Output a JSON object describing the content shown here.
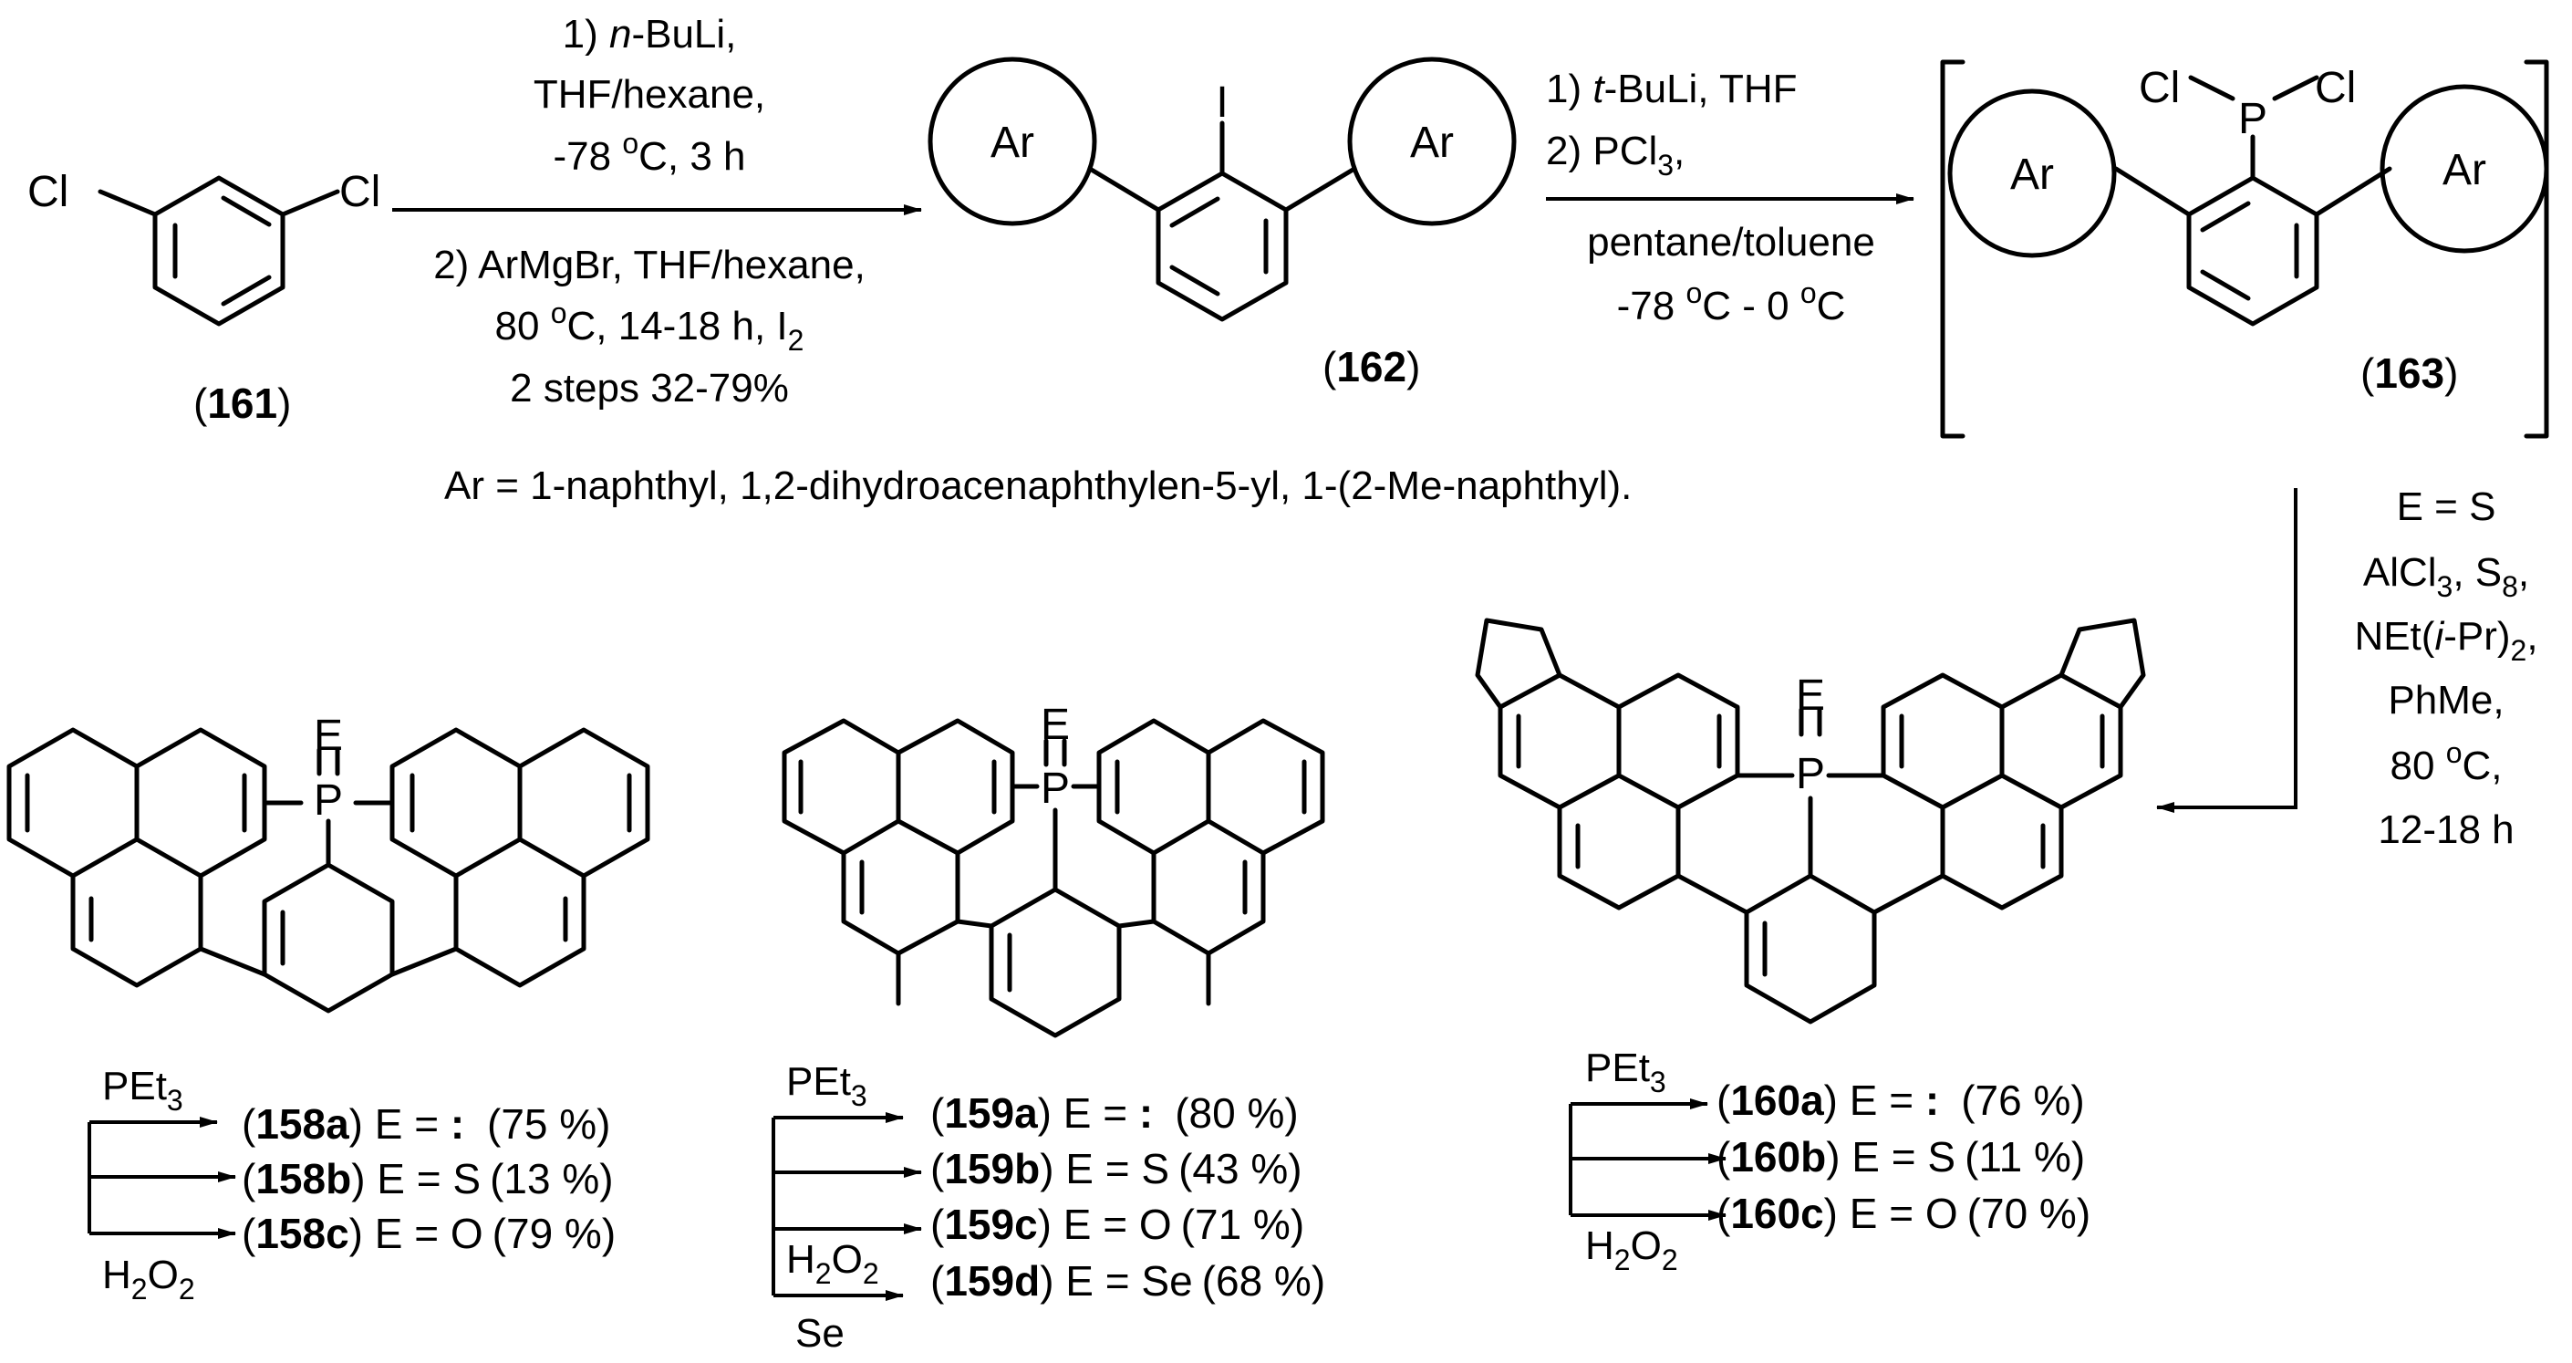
{
  "compounds": {
    "c161": {
      "label": "161",
      "cl": "Cl"
    },
    "c162": {
      "label": "162",
      "i": "I",
      "ar": "Ar"
    },
    "c163": {
      "label": "163",
      "cl": "Cl",
      "p": "P",
      "ar": "Ar"
    },
    "common": {
      "e": "E",
      "p": "P"
    }
  },
  "step1": {
    "line1_num": "1) ",
    "line1_reagent": "n",
    "line1_rest": "-BuLi,",
    "line2": "THF/hexane,",
    "line3_a": "-78 ",
    "line3_sup": "o",
    "line3_b": "C, 3 h",
    "line4": "2) ArMgBr, THF/hexane,",
    "line5_a": "80 ",
    "line5_sup": "o",
    "line5_b": "C, 14-18 h, I",
    "line5_sub": "2",
    "line6": "2 steps 32-79%"
  },
  "step2": {
    "line1_num": "1) ",
    "line1_reagent": "t",
    "line1_rest": "-BuLi, THF",
    "line2_a": "2) PCl",
    "line2_sub": "3",
    "line2_b": ",",
    "line3": "pentane/toluene",
    "line4_a": "-78 ",
    "line4_sup1": "o",
    "line4_b": "C - 0 ",
    "line4_sup2": "o",
    "line4_c": "C"
  },
  "ar_definition": "Ar  = 1-naphthyl, 1,2-dihydroacenaphthylen-5-yl, 1-(2-Me-naphthyl).",
  "step3": {
    "line1": "E = S",
    "line2_a": "AlCl",
    "line2_sub1": "3",
    "line2_b": ", S",
    "line2_sub2": "8",
    "line2_c": ",",
    "line3_a": "NEt(",
    "line3_i": "i",
    "line3_b": "-Pr)",
    "line3_sub": "2",
    "line3_c": ",",
    "line4": "PhMe,",
    "line5_a": "80 ",
    "line5_sup": "o",
    "line5_b": "C,",
    "line6": "12-18 h"
  },
  "reagents": {
    "pet": "PEt",
    "pet_sub": "3",
    "h2o2_a": "H",
    "h2o2_sub1": "2",
    "h2o2_b": "O",
    "h2o2_sub2": "2",
    "se": "Se"
  },
  "products_158": [
    {
      "label": "158a",
      "e": ": ",
      "yield": "(75 %)"
    },
    {
      "label": "158b",
      "e": "S",
      "yield": "(13 %)"
    },
    {
      "label": "158c",
      "e": "O",
      "yield": "(79 %)"
    }
  ],
  "products_159": [
    {
      "label": "159a",
      "e": ":",
      "yield": "(80 %)"
    },
    {
      "label": "159b",
      "e": "S",
      "yield": "(43 %)"
    },
    {
      "label": "159c",
      "e": "O",
      "yield": "(71 %)"
    },
    {
      "label": "159d",
      "e": "Se",
      "yield": "(68 %)"
    }
  ],
  "products_160": [
    {
      "label": "160a",
      "e": ":",
      "yield": "(76 %)"
    },
    {
      "label": "160b",
      "e": "S",
      "yield": "(11 %)"
    },
    {
      "label": "160c",
      "e": "O",
      "yield": "(70 %)"
    }
  ],
  "text": {
    "open": "(",
    "close": ")",
    "eq": " E = "
  }
}
